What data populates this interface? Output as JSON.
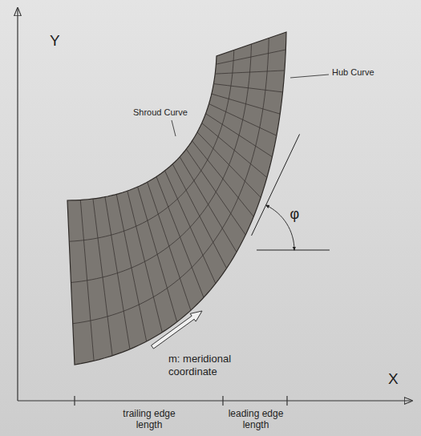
{
  "diagram": {
    "labels": [
      "Y",
      "X",
      "Shroud Curve",
      "Hub Curve",
      "φ",
      "m: meridional coordinate",
      "trailing edge length",
      "leading edge length"
    ]
  }
}
